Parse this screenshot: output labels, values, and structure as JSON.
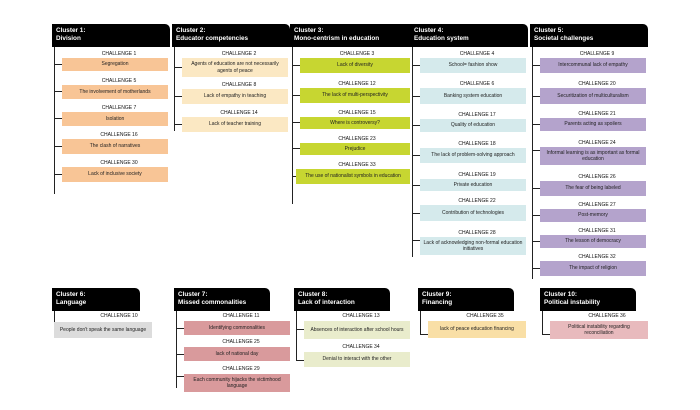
{
  "colors": {
    "header_bg": "#000000",
    "c1": "#f8c596",
    "c2": "#fbe8c3",
    "c3": "#c7d631",
    "c4": "#d5eaec",
    "c5": "#b4a3cc",
    "c6": "#dcdcdc",
    "c7": "#d99a9c",
    "c8": "#e9eccc",
    "c9": "#f9dfa6",
    "c10": "#e8babd"
  },
  "clusters": [
    {
      "title_line1": "Cluster 1:",
      "title_line2": "Division",
      "color": "#f8c596",
      "challenges": [
        {
          "code": "CHALLENGE 1",
          "text": "Segregation"
        },
        {
          "code": "CHALLENGE 5",
          "text": "The involvement of motherlands"
        },
        {
          "code": "CHALLENGE 7",
          "text": "Isolation"
        },
        {
          "code": "CHALLENGE 16",
          "text": "The clash of narratives"
        },
        {
          "code": "CHALLENGE 30",
          "text": "Lack of inclusive society"
        }
      ]
    },
    {
      "title_line1": "Cluster 2:",
      "title_line2": "Educator competencies",
      "color": "#fbe8c3",
      "challenges": [
        {
          "code": "CHALLENGE 2",
          "text": "Agents of education are not necessarily agents of peace"
        },
        {
          "code": "CHALLENGE 8",
          "text": "Lack of empathy in teaching"
        },
        {
          "code": "CHALLENGE 14",
          "text": "Lack of teacher training"
        }
      ]
    },
    {
      "title_line1": "Cluster 3:",
      "title_line2": "Mono-centrism in education",
      "color": "#c7d631",
      "challenges": [
        {
          "code": "CHALLENGE 3",
          "text": "Lack of diversity"
        },
        {
          "code": "CHALLENGE 12",
          "text": "The lack of multi-perspectivity"
        },
        {
          "code": "CHALLENGE 15",
          "text": "Where is controversy?"
        },
        {
          "code": "CHALLENGE 23",
          "text": "Prejudice"
        },
        {
          "code": "CHALLENGE 33",
          "text": "The use of nationalist symbols in education"
        }
      ]
    },
    {
      "title_line1": "Cluster 4:",
      "title_line2": "Education system",
      "color": "#d5eaec",
      "challenges": [
        {
          "code": "CHALLENGE 4",
          "text": "School= fashion show"
        },
        {
          "code": "CHALLENGE 6",
          "text": "Banking system education"
        },
        {
          "code": "CHALLENGE 17",
          "text": "Quality of education"
        },
        {
          "code": "CHALLENGE 18",
          "text": "The lack of problem-solving approach"
        },
        {
          "code": "CHALLENGE 19",
          "text": "Private education"
        },
        {
          "code": "CHALLENGE 22",
          "text": "Contribution of technologies"
        },
        {
          "code": "CHALLENGE 28",
          "text": "Lack of acknowledging non-formal education initiatives"
        }
      ]
    },
    {
      "title_line1": "Cluster 5:",
      "title_line2": "Societal challenges",
      "color": "#b4a3cc",
      "challenges": [
        {
          "code": "CHALLENGE 9",
          "text": "Intercommunal lack of empathy"
        },
        {
          "code": "CHALLENGE 20",
          "text": "Securitization of multiculturalism"
        },
        {
          "code": "CHALLENGE 21",
          "text": "Parents acting as spoilers"
        },
        {
          "code": "CHALLENGE 24",
          "text": "Informal learning is as important as formal education"
        },
        {
          "code": "CHALLENGE 26",
          "text": "The fear of being labeled"
        },
        {
          "code": "CHALLENGE 27",
          "text": "Post-memory"
        },
        {
          "code": "CHALLENGE 31",
          "text": "The lesson of democracy"
        },
        {
          "code": "CHALLENGE 32",
          "text": "The impact of religion"
        }
      ]
    },
    {
      "title_line1": "Cluster 6:",
      "title_line2": "Language",
      "color": "#dcdcdc",
      "challenges": [
        {
          "code": "CHALLENGE 10",
          "text": "People don't speak the same language"
        }
      ]
    },
    {
      "title_line1": "Cluster 7:",
      "title_line2": "Missed commonalities",
      "color": "#d99a9c",
      "challenges": [
        {
          "code": "CHALLENGE 11",
          "text": "Identifying commonalities"
        },
        {
          "code": "CHALLENGE 25",
          "text": "lack of national day"
        },
        {
          "code": "CHALLENGE 29",
          "text": "Each community hijacks the victimhood language"
        }
      ]
    },
    {
      "title_line1": "Cluster 8:",
      "title_line2": "Lack of interaction",
      "color": "#e9eccc",
      "challenges": [
        {
          "code": "CHALLENGE 13",
          "text": "Absences of interaction after school hours"
        },
        {
          "code": "CHALLENGE 34",
          "text": "Denial to interact with the other"
        }
      ]
    },
    {
      "title_line1": "Cluster 9:",
      "title_line2": "Financing",
      "color": "#f9dfa6",
      "challenges": [
        {
          "code": "CHALLENGE 35",
          "text": "lack of peace education financing"
        }
      ]
    },
    {
      "title_line1": "Cluster 10:",
      "title_line2": "Political instability",
      "color": "#e8babd",
      "challenges": [
        {
          "code": "CHALLENGE 36",
          "text": "Political instability regarding reconciliation"
        }
      ]
    }
  ]
}
